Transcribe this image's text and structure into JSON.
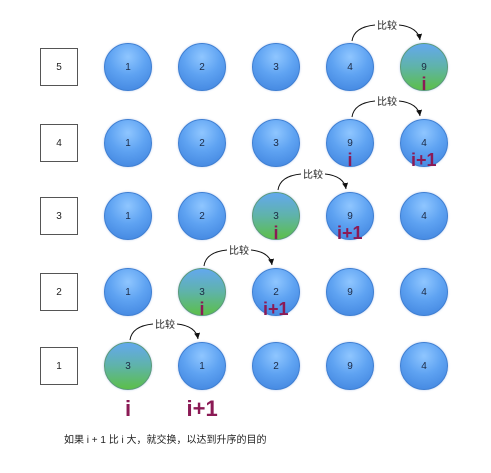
{
  "compare_label": "比较",
  "pointer_i": "i",
  "pointer_i_plus_1": "i+1",
  "caption": "如果 i + 1 比 i 大，就交换，以达到升序的目的",
  "colors": {
    "ball": "#5fa3f2",
    "highlight_green": "#5cbf4a",
    "pointer": "#8b1a55"
  },
  "rows": [
    {
      "step": "5",
      "values": [
        "1",
        "2",
        "3",
        "4",
        "9"
      ],
      "highlight": [
        4
      ],
      "i_index": 4,
      "i1_index": null,
      "compare_between": [
        3,
        4
      ]
    },
    {
      "step": "4",
      "values": [
        "1",
        "2",
        "3",
        "9",
        "4"
      ],
      "highlight": [],
      "i_index": 3,
      "i1_index": 4,
      "compare_between": [
        3,
        4
      ]
    },
    {
      "step": "3",
      "values": [
        "1",
        "2",
        "3",
        "9",
        "4"
      ],
      "highlight": [
        2
      ],
      "i_index": 2,
      "i1_index": 3,
      "compare_between": [
        2,
        3
      ]
    },
    {
      "step": "2",
      "values": [
        "1",
        "3",
        "2",
        "9",
        "4"
      ],
      "highlight": [
        1
      ],
      "i_index": 1,
      "i1_index": 2,
      "compare_between": [
        1,
        2
      ]
    },
    {
      "step": "1",
      "values": [
        "3",
        "1",
        "2",
        "9",
        "4"
      ],
      "highlight": [
        0
      ],
      "i_index": 0,
      "i1_index": 1,
      "compare_between": [
        0,
        1
      ]
    }
  ]
}
